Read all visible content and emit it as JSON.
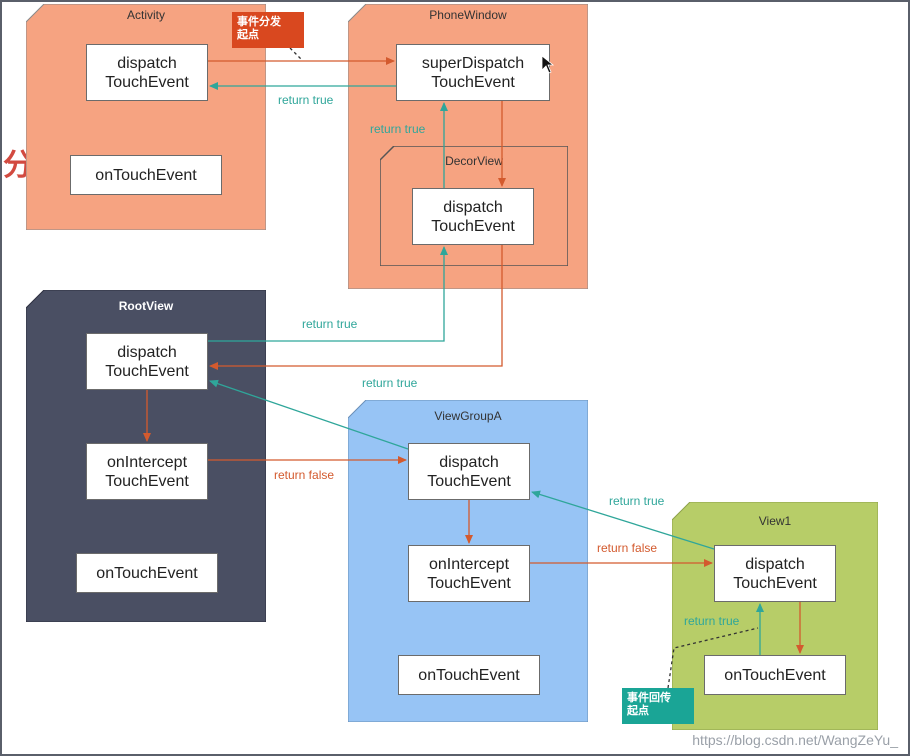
{
  "containers": {
    "activity": {
      "title": "Activity",
      "fill": "#f6a381"
    },
    "phonewindow": {
      "title": "PhoneWindow",
      "fill": "#f6a381"
    },
    "decorview": {
      "title": "DecorView",
      "fill": "#f6a381"
    },
    "rootview": {
      "title": "RootView",
      "fill": "#4a4f63"
    },
    "viewgroupa": {
      "title": "ViewGroupA",
      "fill": "#97c4f5"
    },
    "view1": {
      "title": "View1",
      "fill": "#b7cd68"
    }
  },
  "nodes": {
    "activity_dispatch": "dispatch\nTouchEvent",
    "activity_ontouch": "onTouchEvent",
    "phonewindow_superdispatch": "superDispatch\nTouchEvent",
    "decorview_dispatch": "dispatch\nTouchEvent",
    "rootview_dispatch": "dispatch\nTouchEvent",
    "rootview_onintercept": "onIntercept\nTouchEvent",
    "rootview_ontouch": "onTouchEvent",
    "viewgroupa_dispatch": "dispatch\nTouchEvent",
    "viewgroupa_onintercept": "onIntercept\nTouchEvent",
    "viewgroupa_ontouch": "onTouchEvent",
    "view1_dispatch": "dispatch\nTouchEvent",
    "view1_ontouch": "onTouchEvent"
  },
  "labels": {
    "rt_activity": "return true",
    "rt_phonewindow": "return true",
    "rt_rootview": "return true",
    "rt_viewgroupa": "return true",
    "rt_view1": "return true",
    "rt_view1_inner": "return true",
    "rf_rootview": "return false",
    "rf_viewgroupa": "return false"
  },
  "callouts": {
    "start": {
      "text": "事件分发\n起点",
      "color": "#d9481f"
    },
    "return_start": {
      "text": "事件回传\n起点",
      "color": "#1aa596"
    }
  },
  "watermark": "https://blog.csdn.net/WangZeYu_",
  "side_mark": "分",
  "colors": {
    "forward": "#d35a2e",
    "return": "#2fa69a"
  }
}
